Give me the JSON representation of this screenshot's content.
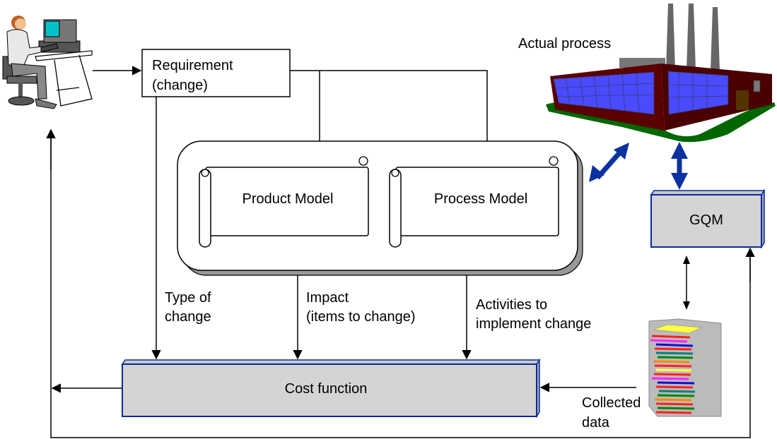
{
  "diagram": {
    "requirement": {
      "line1": "Requirement",
      "line2": "(change)"
    },
    "product_model": "Product Model",
    "process_model": "Process Model",
    "actual_process": "Actual process",
    "gqm": "GQM",
    "cost_function": "Cost function",
    "type_of_change": {
      "line1": "Type of",
      "line2": "change"
    },
    "impact": {
      "line1": "Impact",
      "line2": "(items to change)"
    },
    "activities": {
      "line1": "Activities to",
      "line2": "implement change"
    },
    "collected_data": {
      "line1": "Collected",
      "line2": "data"
    }
  },
  "icons": {
    "user": "person-at-computer-icon",
    "factory": "factory-icon",
    "data_stack": "document-stack-icon"
  },
  "colors": {
    "box_fill": "#d4d4d4",
    "box_border": "#0a2a9a",
    "blue_arrow": "#0a32a0",
    "factory_wall": "#5a0000",
    "factory_glass": "#4a4aff",
    "grass": "#006600"
  }
}
